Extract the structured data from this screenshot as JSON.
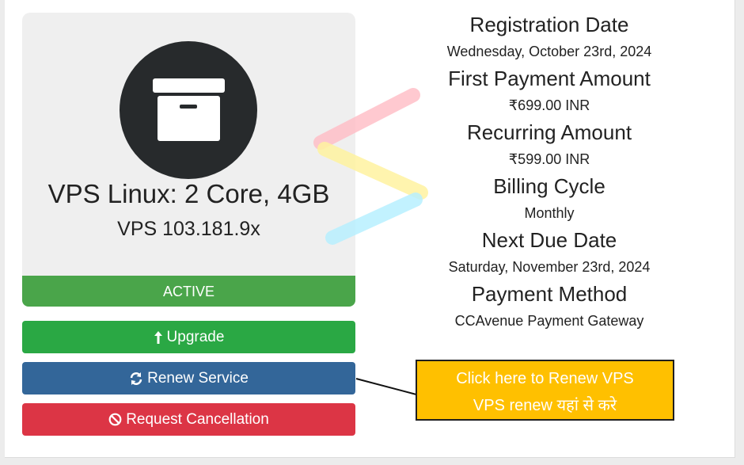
{
  "product": {
    "name": "VPS Linux: 2 Core, 4GB",
    "domain": "VPS 103.181.9x",
    "status": "ACTIVE",
    "icon": "archive-box-icon"
  },
  "actions": {
    "upgrade_label": "Upgrade",
    "renew_label": "Renew Service",
    "cancel_label": "Request Cancellation"
  },
  "details": {
    "registration_date_label": "Registration Date",
    "registration_date": "Wednesday, October 23rd, 2024",
    "first_payment_label": "First Payment Amount",
    "first_payment": "₹699.00 INR",
    "recurring_label": "Recurring Amount",
    "recurring": "₹599.00 INR",
    "billing_cycle_label": "Billing Cycle",
    "billing_cycle": "Monthly",
    "next_due_label": "Next Due Date",
    "next_due": "Saturday, November 23rd, 2024",
    "payment_method_label": "Payment Method",
    "payment_method": "CCAvenue Payment Gateway"
  },
  "callout": {
    "line1": "Click here to Renew VPS",
    "line2": "VPS renew यहां से करे"
  },
  "colors": {
    "status_green": "#4aa54a",
    "upgrade_green": "#2aa844",
    "renew_blue": "#336699",
    "cancel_red": "#dc3545",
    "callout_yellow": "#ffc000"
  }
}
